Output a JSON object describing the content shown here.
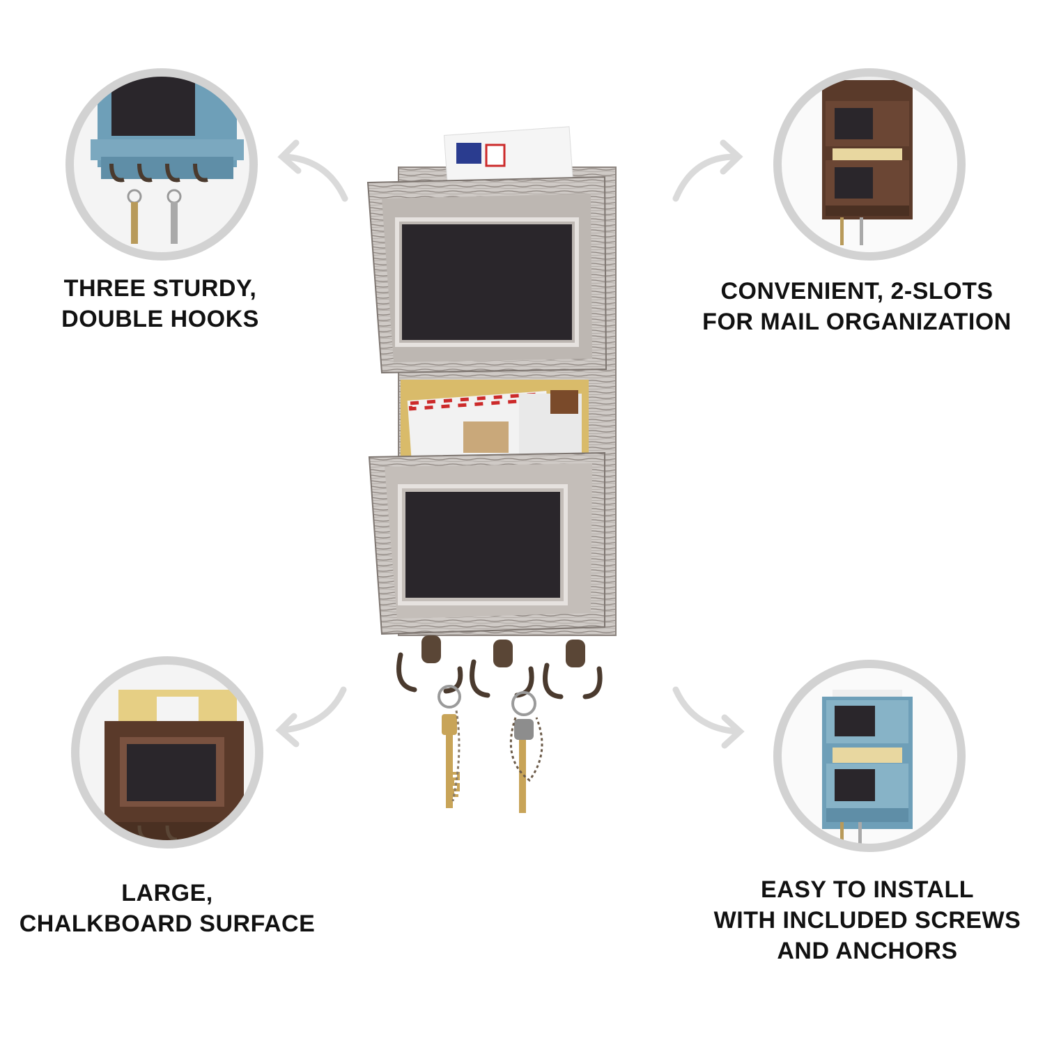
{
  "features": [
    {
      "id": "hooks",
      "lines": [
        "THREE STURDY,",
        "DOUBLE HOOKS"
      ]
    },
    {
      "id": "slots",
      "lines": [
        "CONVENIENT, 2-SLOTS",
        "FOR MAIL ORGANIZATION"
      ]
    },
    {
      "id": "chalk",
      "lines": [
        "LARGE,",
        "CHALKBOARD SURFACE"
      ]
    },
    {
      "id": "install",
      "lines": [
        "EASY TO INSTALL",
        "WITH INCLUDED SCREWS",
        "AND ANCHORS"
      ]
    }
  ],
  "colors": {
    "text": "#111111",
    "circle_ring": "#d2d2d2",
    "arrow": "#d9d9d9",
    "whitewash_wood": "#c9c4c0",
    "blue_wood": "#6e9fb8",
    "brown_wood": "#5a3a2a",
    "chalkboard": "#2a262b",
    "hook_metal": "#4a3a2e"
  },
  "icons": [
    "curved-arrow-icon",
    "key-icon",
    "envelope-icon",
    "hook-icon"
  ]
}
